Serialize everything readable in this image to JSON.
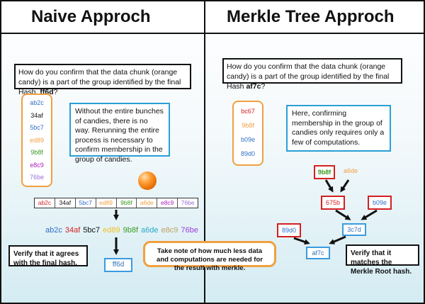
{
  "colors": {
    "blue": "#2f6fc8",
    "red": "#d42020",
    "black": "#111111",
    "orange": "#f0a040",
    "green": "#3a9a20",
    "purple": "#b020c0",
    "pink": "#c050b0",
    "cyan": "#2aa8c8",
    "lavender": "#9a70d8",
    "teal": "#2a9fd6"
  },
  "left": {
    "title": "Naive Approch",
    "question_text": "How do you confirm that the data chunk (orange candy) is a part of the group identified by the final Hash, ",
    "question_hash": "ff6d",
    "question_suffix": "?",
    "list": [
      {
        "label": "ab2c",
        "color": "#2f6fc8"
      },
      {
        "label": "34af",
        "color": "#111111"
      },
      {
        "label": "5bc7",
        "color": "#2f6fc8"
      },
      {
        "label": "ed89",
        "color": "#f0a040"
      },
      {
        "label": "9b8f",
        "color": "#3a9a20"
      },
      {
        "label": "e8c9",
        "color": "#b020c0"
      },
      {
        "label": "76be",
        "color": "#9a70d8"
      }
    ],
    "callout": "Without the entire bunches of candies, there is no way. Rerunning the entire process is necessary to confirm membership in the group of candies.",
    "chain": [
      {
        "label": "ab2c",
        "color": "#d42020"
      },
      {
        "label": "34af",
        "color": "#111111"
      },
      {
        "label": "5bc7",
        "color": "#2f6fc8"
      },
      {
        "label": "ed89",
        "color": "#f0a040"
      },
      {
        "label": "9b8f",
        "color": "#3a9a20"
      },
      {
        "label": "a6de",
        "color": "#f0a040"
      },
      {
        "label": "e8c9",
        "color": "#b020c0"
      },
      {
        "label": "76be",
        "color": "#9a70d8"
      }
    ],
    "concat": [
      {
        "label": "ab2c",
        "color": "#2f6fc8"
      },
      {
        "label": "34af",
        "color": "#d42020"
      },
      {
        "label": "5bc7",
        "color": "#111111"
      },
      {
        "label": "ed89",
        "color": "#f0c020"
      },
      {
        "label": "9b8f",
        "color": "#3a9a20"
      },
      {
        "label": "a6de",
        "color": "#2aa8c8"
      },
      {
        "label": "e8c9",
        "color": "#c0a060"
      },
      {
        "label": "76be",
        "color": "#9a40d8"
      }
    ],
    "final_hash": "ff6d",
    "verify": "Verify that it agrees with the final hash."
  },
  "right": {
    "title": "Merkle Tree Approch",
    "question_text": "How do you confirm that the data chunk (orange candy) is a part of the group identified by the final Hash ",
    "question_hash": "af7c",
    "question_suffix": "?",
    "list": [
      {
        "label": "bc67",
        "color": "#d42020"
      },
      {
        "label": "9b8f",
        "color": "#f0a040"
      },
      {
        "label": "b09e",
        "color": "#2f6fc8"
      },
      {
        "label": "89d0",
        "color": "#2f6fc8"
      }
    ],
    "callout": "Here, confirming membership in the group of candies only requires only a few of computations.",
    "nodes": {
      "n9b8f": "9b8f",
      "a6de": "a6de",
      "n675b": "675b",
      "b09e": "b09e",
      "n89d0": "89d0",
      "n3c7d": "3c7d",
      "af7c": "af7c"
    },
    "verify": "Verify that it matches the Merkle Root hash."
  },
  "note": "Take note of how much less data and computations are needed for the result with merkle."
}
